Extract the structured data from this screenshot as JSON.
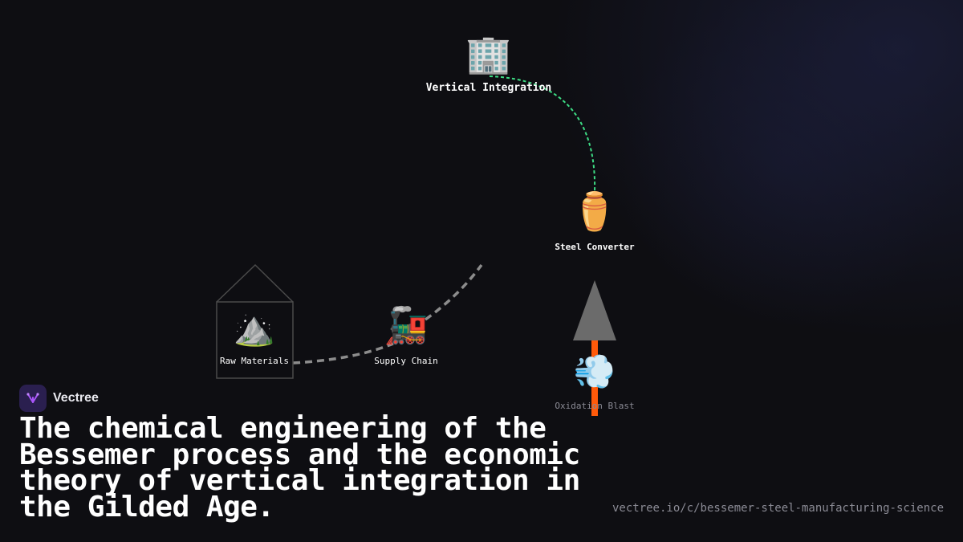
{
  "brand": {
    "name": "Vectree",
    "logo_icon": "vectree-logo-icon",
    "accent": "#a855f7"
  },
  "headline": "The chemical engineering of the Bessemer process and the economic theory of vertical integration in the Gilded Age.",
  "url": "vectree.io/c/bessemer-steel-manufacturing-science",
  "nodes": {
    "vertical_integration": {
      "label": "Vertical Integration",
      "icon": "office-building-icon",
      "glyph": "🏢"
    },
    "steel_converter": {
      "label": "Steel Converter",
      "icon": "amphora-icon",
      "glyph": "⚱️"
    },
    "raw_materials": {
      "label": "Raw Materials",
      "icon": "mountain-icon",
      "glyph": "⛰️"
    },
    "supply_chain": {
      "label": "Supply Chain",
      "icon": "locomotive-icon",
      "glyph": "🚂"
    },
    "oxidation_blast": {
      "label": "Oxidation Blast",
      "icon": "dash-wind-icon",
      "glyph": "💨"
    }
  },
  "colors": {
    "green_edge": "#3ddc84",
    "grey_edge": "#8c8c8c",
    "orange_flame": "#ff5a0a",
    "cone": "#6b6b6b",
    "house_outline": "#4a4a4a"
  }
}
